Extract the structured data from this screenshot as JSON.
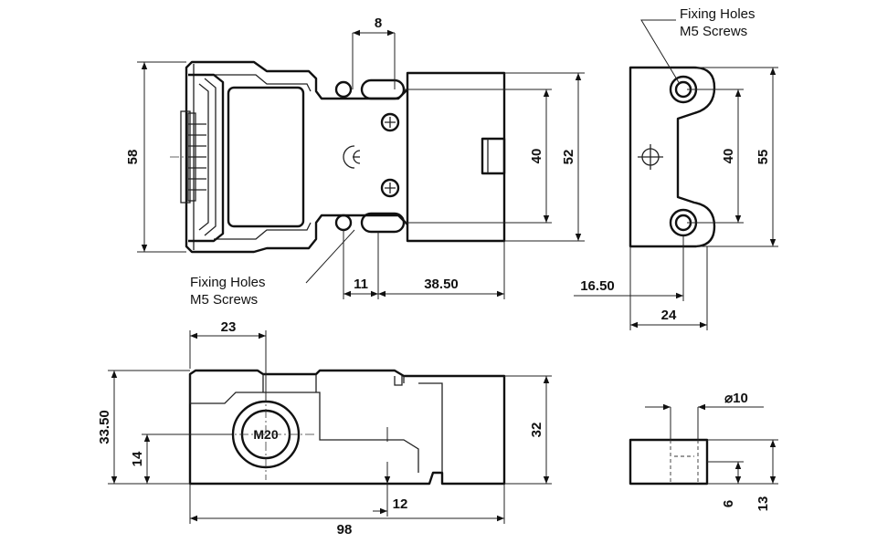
{
  "callouts": {
    "fixing_holes_top": [
      "Fixing Holes",
      "M5 Screws"
    ],
    "fixing_holes_right": [
      "Fixing Holes",
      "M5 Screws"
    ]
  },
  "dimensions": {
    "top_slot_width": "8",
    "overall_height_front": "58",
    "hole_spacing_front": "40",
    "body_height": "52",
    "hole_offset": "11",
    "hole_to_end": "38.50",
    "side_height": "55",
    "side_hole_spacing": "40",
    "side_offset": "16.50",
    "side_width": "24",
    "head_width": "23",
    "overall_height_bottom": "33.50",
    "m20_center_height": "14",
    "body_height_bottom": "32",
    "slot_offset": "12",
    "overall_length": "98",
    "bore_diameter": "⌀10",
    "bore_depth": "6",
    "block_height": "13"
  },
  "labels": {
    "conduit_thread": "M20",
    "approval_mark": "CE"
  }
}
